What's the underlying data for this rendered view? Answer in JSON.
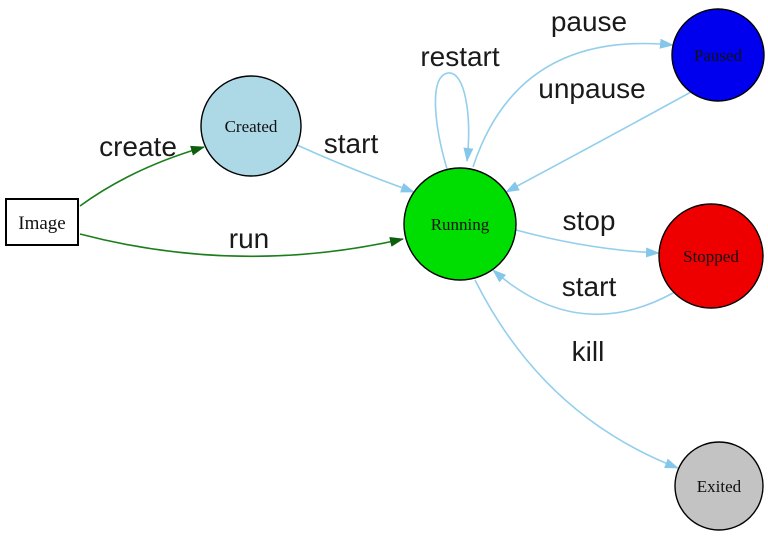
{
  "diagram": {
    "type": "state-diagram",
    "subject": "container-lifecycle",
    "background": "#ffffff",
    "nodes": {
      "image": {
        "label": "Image",
        "shape": "rectangle",
        "fill": "#ffffff",
        "stroke": "#2323cc"
      },
      "created": {
        "label": "Created",
        "shape": "circle",
        "fill": "#add8e6",
        "stroke": "#000000"
      },
      "running": {
        "label": "Running",
        "shape": "circle",
        "fill": "#00dd00",
        "stroke": "#000000"
      },
      "paused": {
        "label": "Paused",
        "shape": "circle",
        "fill": "#0000ee",
        "stroke": "#000000"
      },
      "stopped": {
        "label": "Stopped",
        "shape": "circle",
        "fill": "#ee0000",
        "stroke": "#000000"
      },
      "exited": {
        "label": "Exited",
        "shape": "circle",
        "fill": "#c3c3c3",
        "stroke": "#000000"
      }
    },
    "edges": {
      "create": {
        "label": "create",
        "from": "image",
        "to": "created",
        "color": "#1b7e1b"
      },
      "run": {
        "label": "run",
        "from": "image",
        "to": "running",
        "color": "#1b7e1b"
      },
      "start": {
        "label": "start",
        "from": "created",
        "to": "running",
        "color": "#93cfec"
      },
      "restart": {
        "label": "restart",
        "from": "running",
        "to": "running",
        "color": "#93cfec"
      },
      "pause": {
        "label": "pause",
        "from": "running",
        "to": "paused",
        "color": "#93cfec"
      },
      "unpause": {
        "label": "unpause",
        "from": "paused",
        "to": "running",
        "color": "#93cfec"
      },
      "stop": {
        "label": "stop",
        "from": "running",
        "to": "stopped",
        "color": "#93cfec"
      },
      "start_again": {
        "label": "start",
        "from": "stopped",
        "to": "running",
        "color": "#93cfec"
      },
      "kill": {
        "label": "kill",
        "from": "running",
        "to": "exited",
        "color": "#93cfec"
      }
    }
  }
}
